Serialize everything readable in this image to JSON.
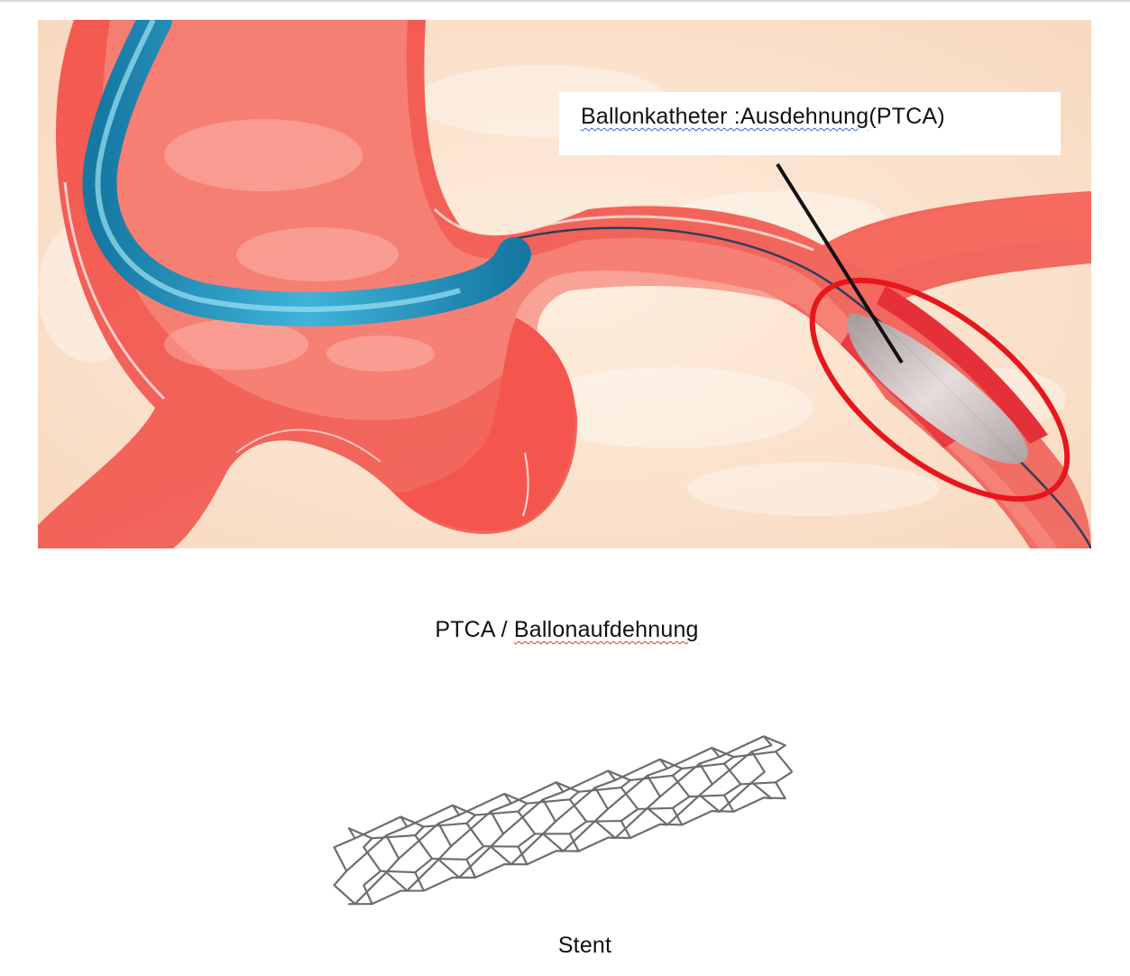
{
  "callout": {
    "part1": "Ballonkatheter :",
    "part2": "Ausdehnung",
    "part3": "(PTCA)"
  },
  "caption_top": {
    "prefix": "PTCA / ",
    "word": "Ballonaufdehnung"
  },
  "caption_bottom": "Stent",
  "colors": {
    "vessel": "#f25f57",
    "vessel_light": "#ffb3a4",
    "catheter": "#1d8fb8",
    "highlight_ring": "#e8161b",
    "balloon": "#b8b8b8",
    "background_tissue": "#fbe3cf"
  }
}
